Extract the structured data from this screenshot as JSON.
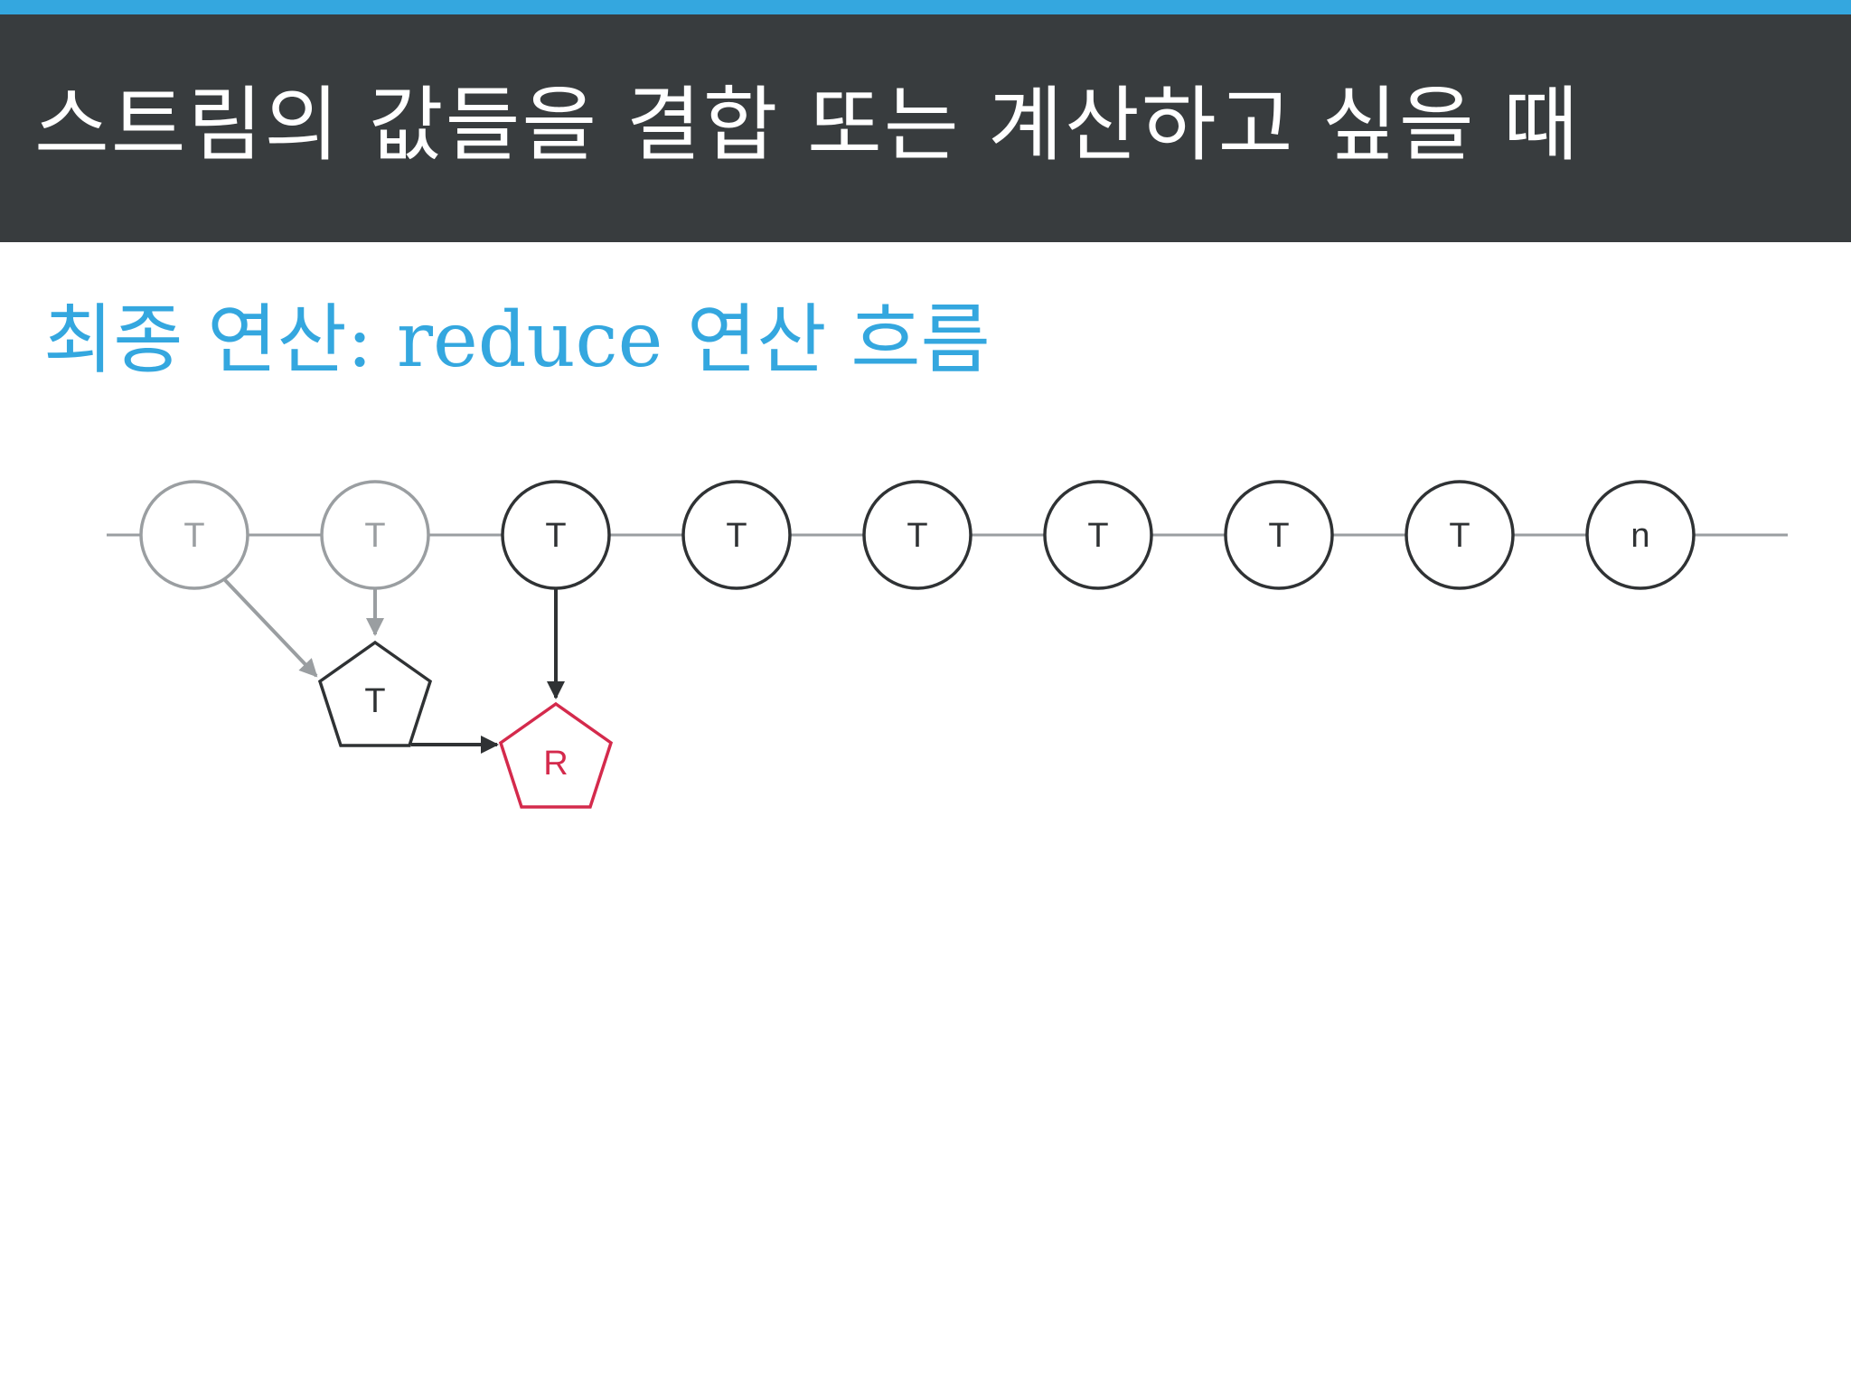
{
  "slide": {
    "title": "스트림의 값들을 결합 또는 계산하고 싶을 때",
    "subtitle": "최종 연산: reduce 연산 흐름"
  },
  "diagram": {
    "stream_nodes": [
      {
        "label": "T",
        "state": "consumed"
      },
      {
        "label": "T",
        "state": "consumed"
      },
      {
        "label": "T",
        "state": "active"
      },
      {
        "label": "T",
        "state": "pending"
      },
      {
        "label": "T",
        "state": "pending"
      },
      {
        "label": "T",
        "state": "pending"
      },
      {
        "label": "T",
        "state": "pending"
      },
      {
        "label": "T",
        "state": "pending"
      },
      {
        "label": "n",
        "state": "pending"
      }
    ],
    "intermediate": {
      "label": "T"
    },
    "result": {
      "label": "R"
    },
    "colors": {
      "accent": "#34a7df",
      "header": "#383c3e",
      "consumed": "#9a9ea1",
      "active": "#2f3234",
      "result": "#d42a4c"
    }
  }
}
